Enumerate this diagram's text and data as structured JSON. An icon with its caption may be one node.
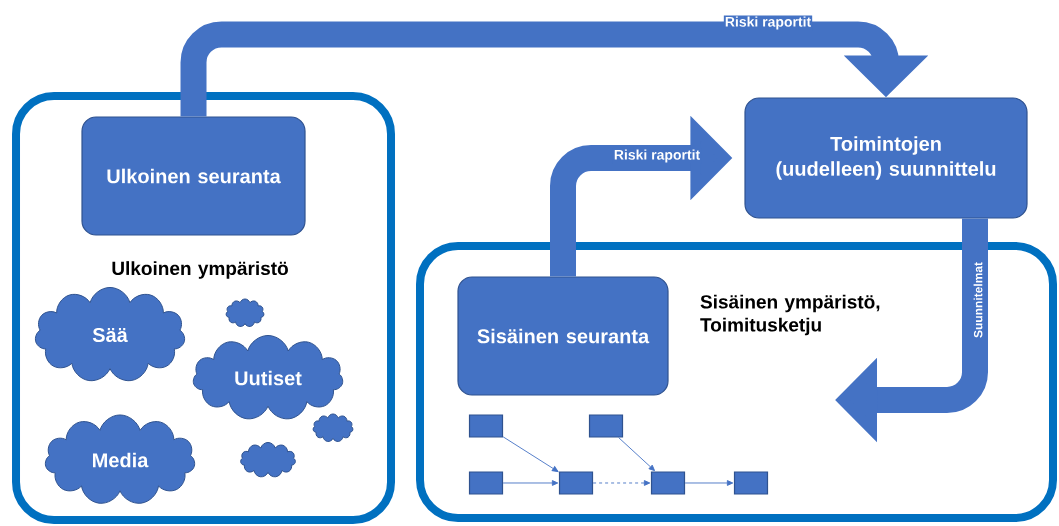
{
  "diagram": {
    "nodes": [
      {
        "text": [
          "Ulkoinen ympäristö"
        ]
      },
      {
        "text": [
          "Ulkoinen seuranta"
        ],
        "in": 0
      },
      {
        "text": [
          "Sää"
        ],
        "in": 0
      },
      {
        "text": [],
        "shape": "cloud",
        "in": 0
      },
      {
        "text": [
          "Uutiset"
        ],
        "in": 0
      },
      {
        "text": [],
        "shape": "cloud",
        "in": 0
      },
      {
        "text": [
          "Media"
        ],
        "in": 0
      },
      {
        "text": [],
        "shape": "cloud",
        "in": 0
      },
      {
        "text": [
          "Toimintojen (uudelleen) suunnittelu"
        ]
      },
      {
        "text": [
          "Sisäinen ympäristö, Toimitusketju"
        ]
      },
      {
        "text": [
          "Sisäinen seuranta"
        ],
        "in": 9
      },
      {
        "text": [],
        "shape": "box",
        "in": 9
      },
      {
        "text": [],
        "shape": "box",
        "in": 9
      },
      {
        "text": [],
        "shape": "box",
        "in": 9
      },
      {
        "text": [],
        "shape": "box",
        "in": 9
      },
      {
        "text": [],
        "shape": "box",
        "in": 9
      },
      {
        "text": [],
        "shape": "box",
        "in": 9
      }
    ],
    "edges": [
      {
        "from": 1,
        "to": 8,
        "arrow": "to",
        "label": "Riski raportit",
        "style": "thick"
      },
      {
        "from": 10,
        "to": 8,
        "arrow": "to",
        "label": "Riski raportit",
        "style": "thick"
      },
      {
        "from": 8,
        "to": null,
        "arrow": "to",
        "label": "Suunnitelmat",
        "style": "thick"
      },
      {
        "from": 11,
        "to": 14,
        "arrow": "to"
      },
      {
        "from": 13,
        "to": 14,
        "arrow": "to"
      },
      {
        "from": 14,
        "to": 15,
        "arrow": "to",
        "style": "dashed"
      },
      {
        "from": 12,
        "to": 15,
        "arrow": "to"
      },
      {
        "from": 15,
        "to": 16,
        "arrow": "to"
      }
    ]
  }
}
